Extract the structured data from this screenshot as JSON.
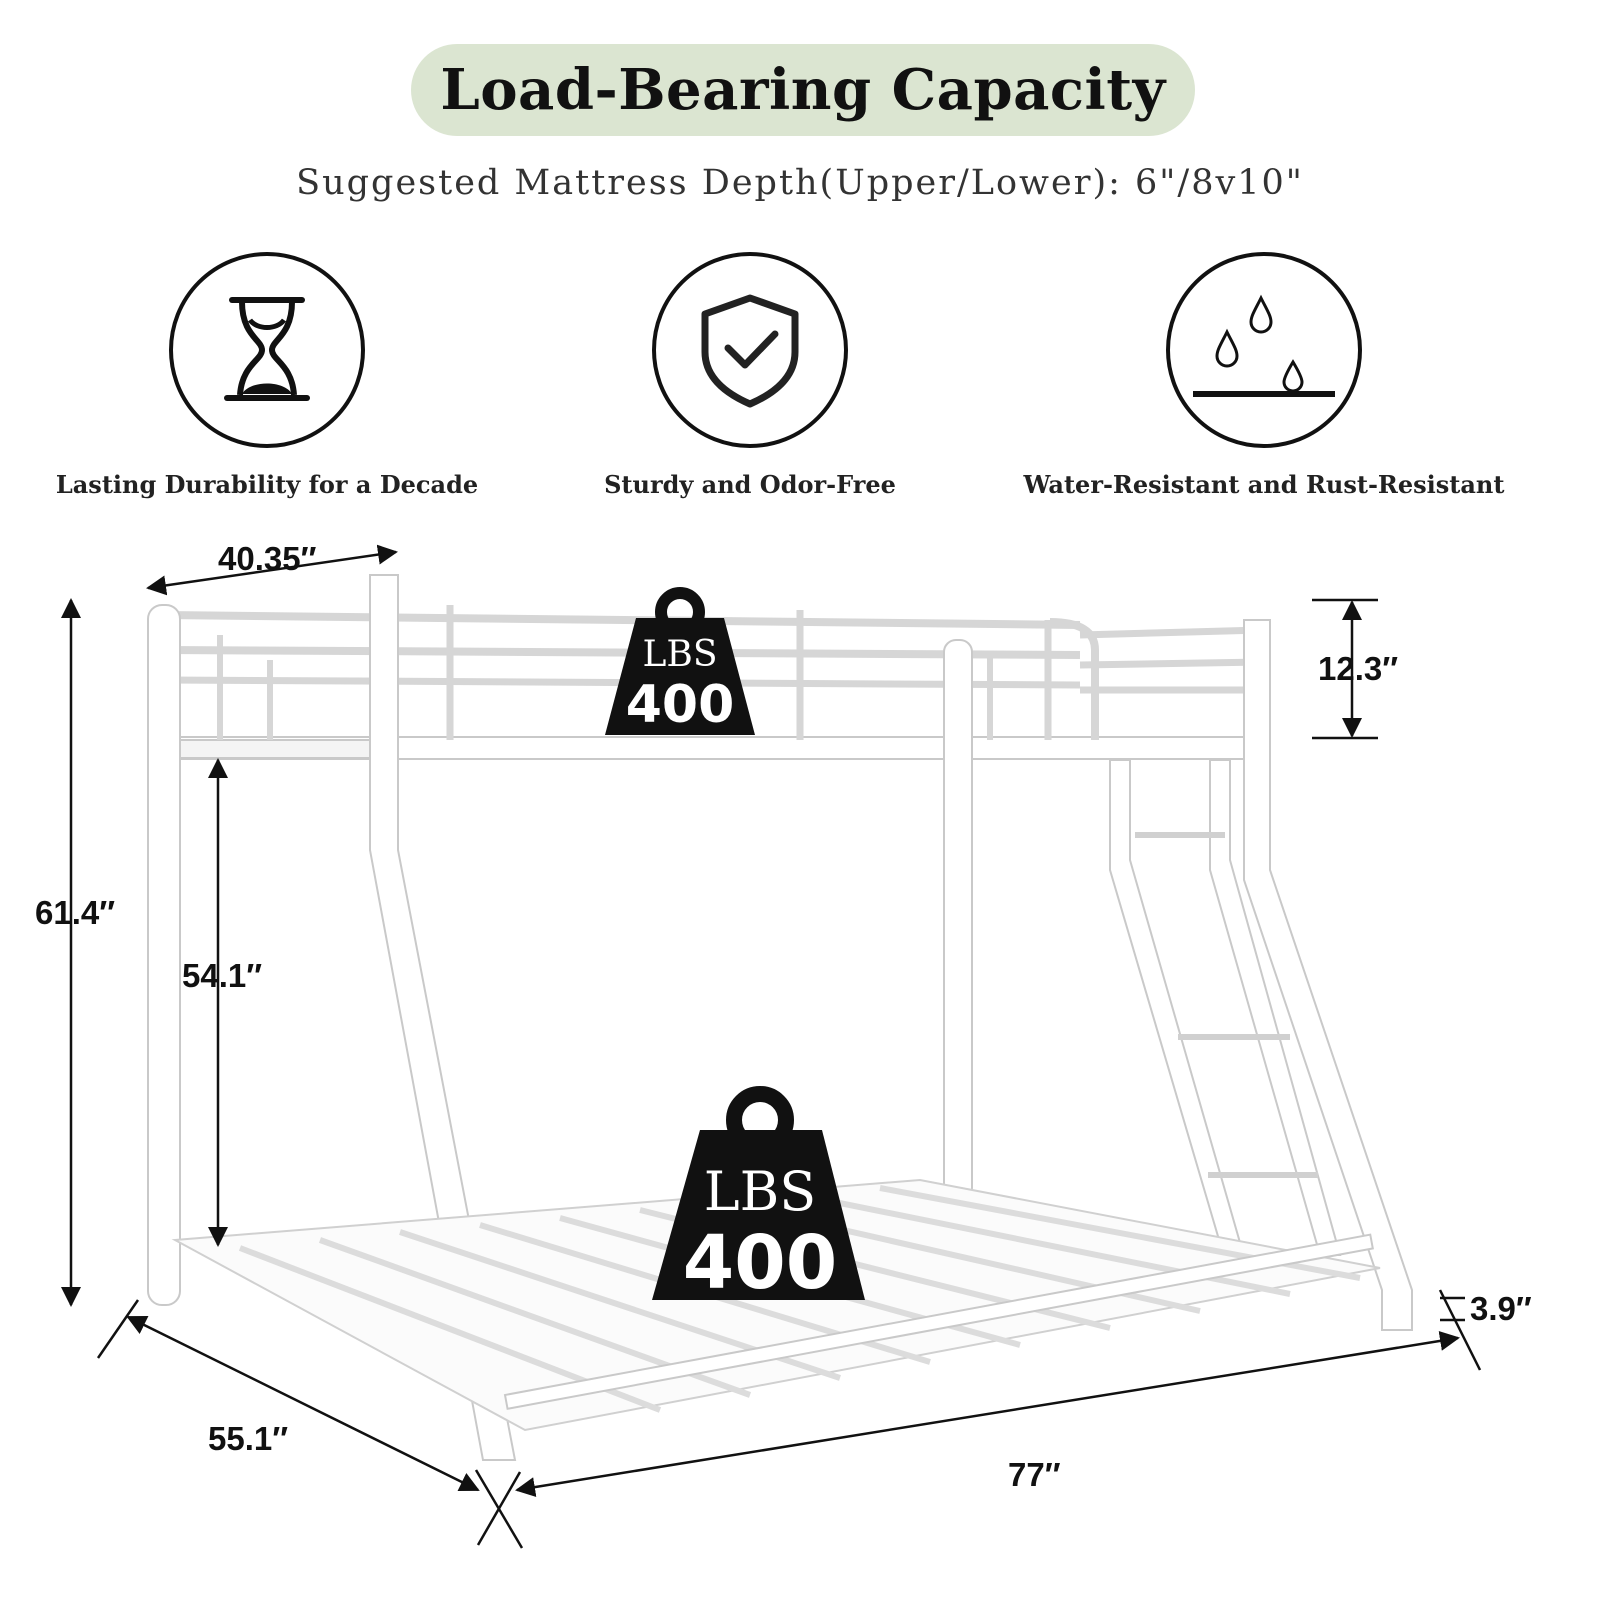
{
  "header": {
    "title": "Load-Bearing Capacity",
    "subtitle": "Suggested Mattress Depth(Upper/Lower): 6\"/8v10\""
  },
  "features": [
    {
      "icon": "hourglass-icon",
      "label": "Lasting Durability for a Decade"
    },
    {
      "icon": "shield-check-icon",
      "label": "Sturdy and Odor-Free"
    },
    {
      "icon": "water-drops-icon",
      "label": "Water-Resistant and Rust-Resistant"
    }
  ],
  "weights": {
    "upper": {
      "unit": "LBS",
      "value": "400"
    },
    "lower": {
      "unit": "LBS",
      "value": "400"
    }
  },
  "dimensions": {
    "width_top": "40.35″",
    "total_height": "61.4″",
    "lower_clearance": "54.1″",
    "guardrail_height": "12.3″",
    "floor_clearance": "3.9″",
    "depth": "55.1″",
    "length": "77″"
  },
  "colors": {
    "title_bg": "#dbe5d1",
    "frame": "#ffffff",
    "outline": "#111111"
  }
}
